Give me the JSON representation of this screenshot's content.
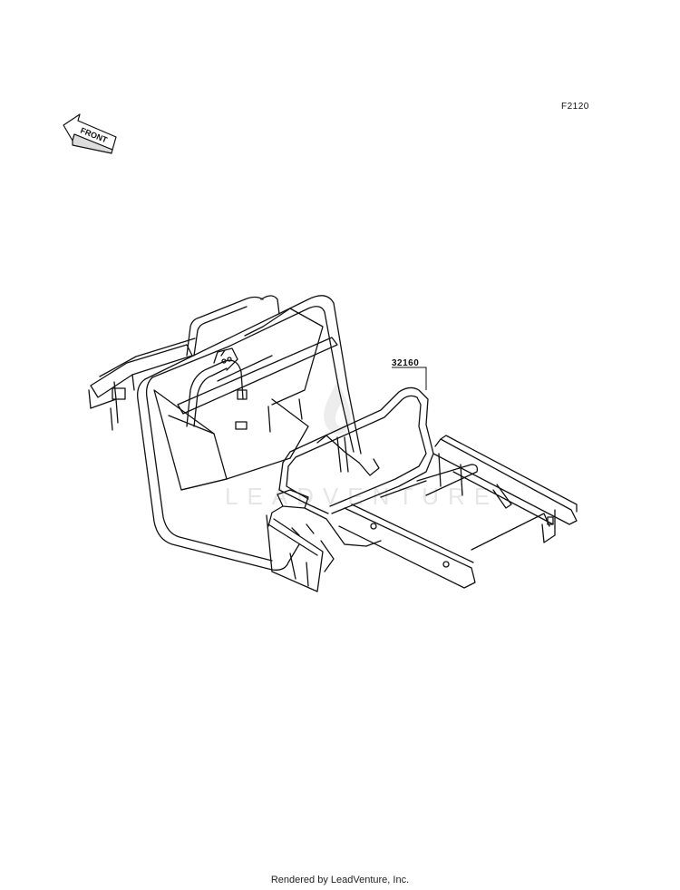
{
  "figure_code": "F2120",
  "front_arrow": {
    "label": "FRONT",
    "icon": "front-direction-arrow-icon"
  },
  "callouts": [
    {
      "part_number": "32160"
    }
  ],
  "watermark": {
    "text": "LEADVENTURE",
    "icon": "leadventure-flame-logo"
  },
  "footer": {
    "text": "Rendered by LeadVenture, Inc."
  },
  "colors": {
    "line": "#111111",
    "watermark": "#e6e6e6"
  }
}
